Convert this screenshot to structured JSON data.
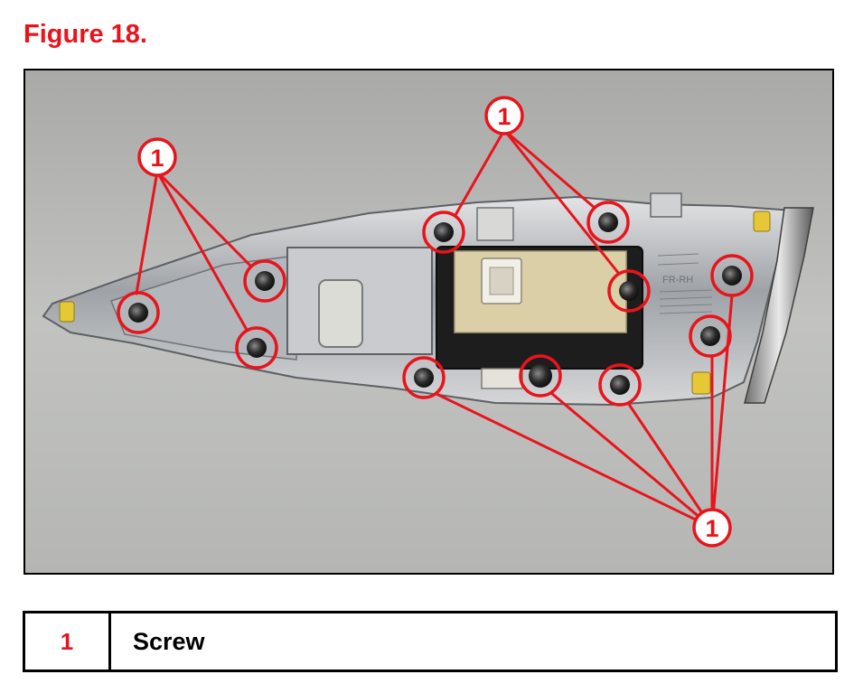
{
  "figure": {
    "title": "Figure 18."
  },
  "photo": {
    "callout_label": "1",
    "part_marks": [
      "FR-RH"
    ]
  },
  "legend": {
    "rows": [
      {
        "number": "1",
        "description": "Screw"
      }
    ]
  },
  "colors": {
    "accent_red": "#e8141c",
    "border": "#000000"
  }
}
